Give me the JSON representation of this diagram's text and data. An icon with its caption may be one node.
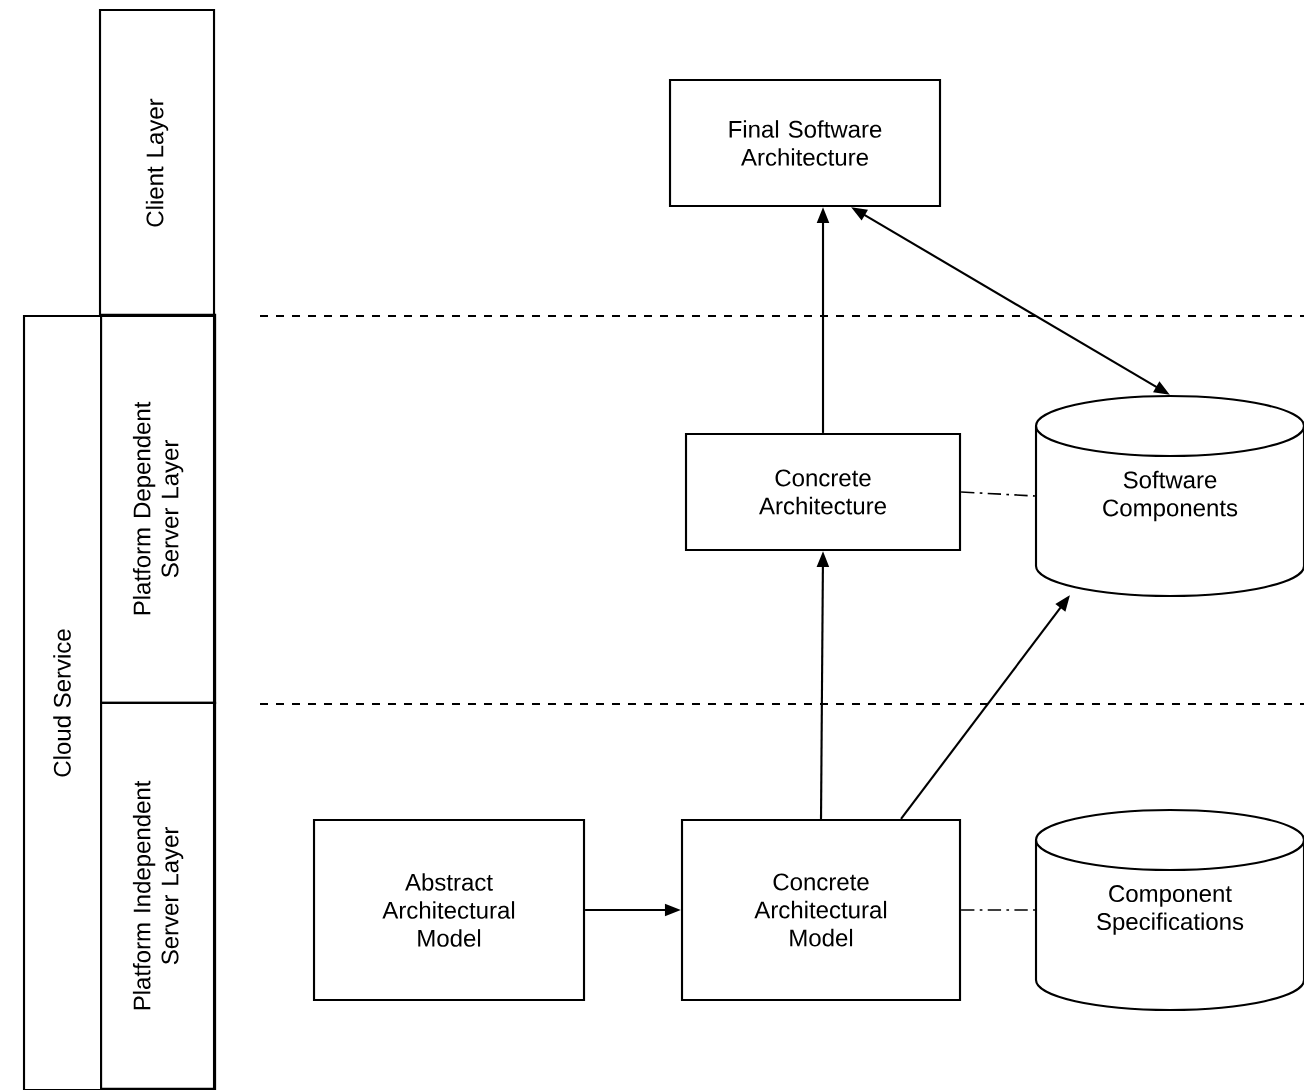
{
  "diagram": {
    "nodes": [
      {
        "text": [
          "Client Layer"
        ]
      },
      {
        "text": [
          "Cloud Service"
        ]
      },
      {
        "text": [
          "Platform Dependent Server Layer"
        ],
        "in": 1
      },
      {
        "text": [
          "Platform Independent Server Layer"
        ],
        "in": 1
      },
      {
        "text": [
          "Final Software Architecture"
        ]
      },
      {
        "text": [
          "Concrete Architecture"
        ]
      },
      {
        "text": [
          "Software Components"
        ]
      },
      {
        "text": [
          "Abstract Architectural Model"
        ]
      },
      {
        "text": [
          "Concrete Architectural Model"
        ]
      },
      {
        "text": [
          "Component Specifications"
        ]
      }
    ],
    "edges": [
      {
        "from": 5,
        "to": 4,
        "arrow": "to"
      },
      {
        "from": 4,
        "to": 6,
        "arrow": "both"
      },
      {
        "from": 5,
        "to": 6,
        "arrow": "none",
        "style": "dashed"
      },
      {
        "from": 8,
        "to": 5,
        "arrow": "to"
      },
      {
        "from": 8,
        "to": 6,
        "arrow": "to"
      },
      {
        "from": 7,
        "to": 8,
        "arrow": "to"
      },
      {
        "from": 8,
        "to": 9,
        "arrow": "none",
        "style": "dashed"
      }
    ]
  }
}
